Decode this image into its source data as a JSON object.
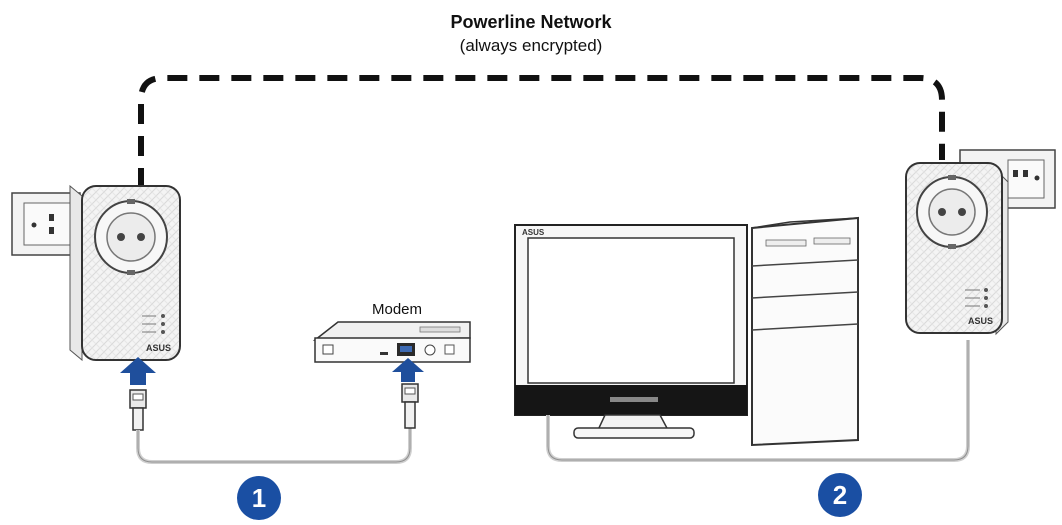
{
  "network": {
    "title": "Powerline Network",
    "subtitle": "(always encrypted)"
  },
  "devices": {
    "modem_label": "Modem",
    "adapter_brand": "ASUS",
    "monitor_brand": "ASUS"
  },
  "steps": [
    "1",
    "2"
  ],
  "colors": {
    "step_badge": "#1a4fa3",
    "plug_arrow": "#1f4f9c",
    "cable": "#cfcfcf",
    "powerline_dash": "#111111"
  }
}
